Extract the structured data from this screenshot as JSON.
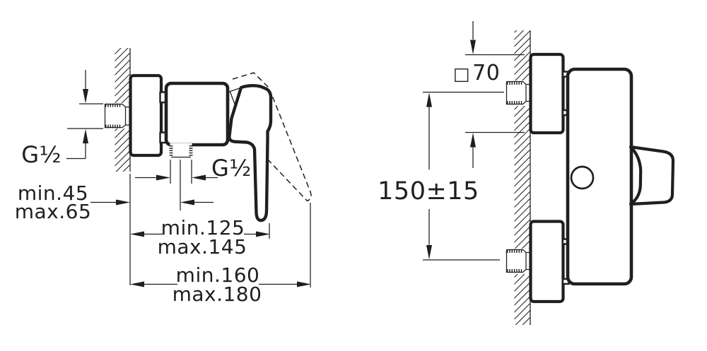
{
  "style": {
    "line_color": "#1f1f1f",
    "background": "#ffffff"
  },
  "side_view": {
    "inlet_thread_label": "G½",
    "outlet_thread_label": "G½",
    "wall_to_outlet": {
      "min": "min.45",
      "max": "max.65"
    },
    "depth_to_handle": {
      "min": "min.125",
      "max": "max.145"
    },
    "depth_overall": {
      "min": "min.160",
      "max": "max.180"
    }
  },
  "front_view": {
    "plate_size": {
      "symbol": "□",
      "value": "70"
    },
    "inlet_spacing": "150±15"
  }
}
